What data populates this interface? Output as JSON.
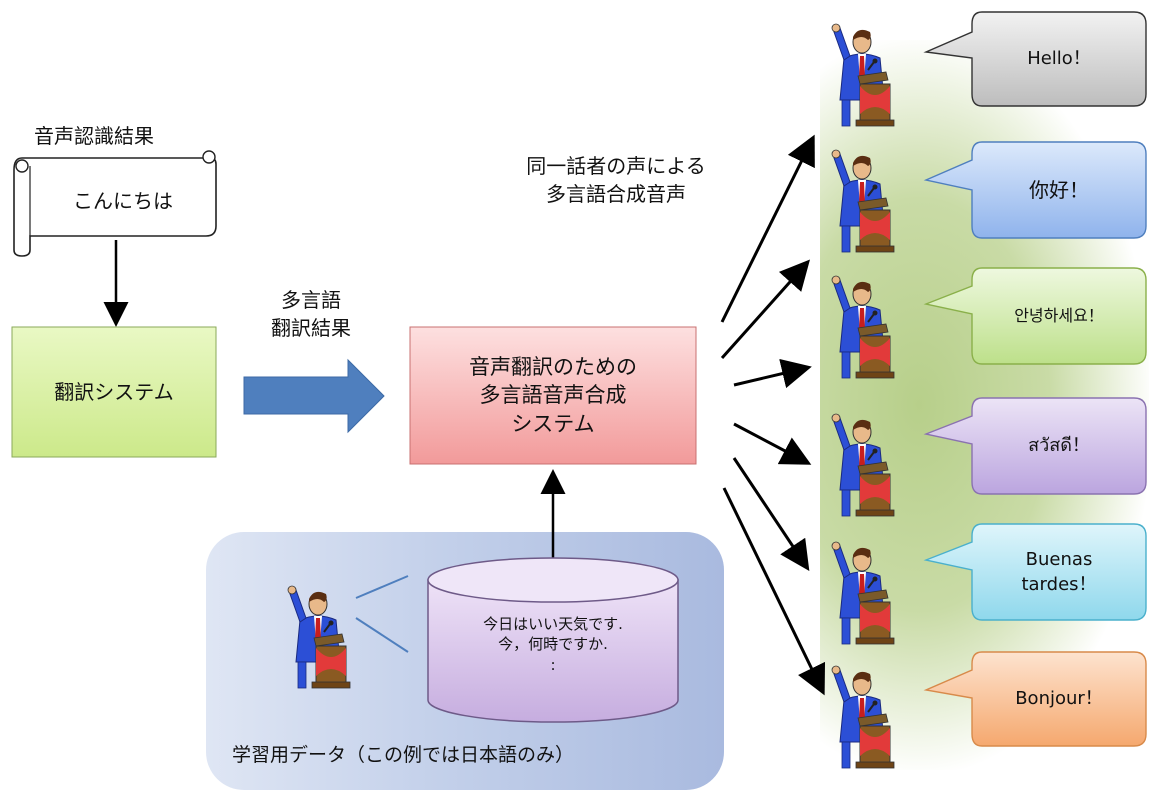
{
  "speech_recognition": {
    "title": "音声認識結果",
    "text": "こんにちは"
  },
  "translation_system": {
    "label": "翻訳システム"
  },
  "multilingual_translation_result": {
    "line1": "多言語",
    "line2": "翻訳結果"
  },
  "synthesis_system": {
    "line1": "音声翻訳のための",
    "line2": "多言語音声合成",
    "line3": "システム"
  },
  "same_speaker_caption": {
    "line1": "同一話者の声による",
    "line2": "多言語合成音声"
  },
  "training_data": {
    "db_line1": "今日はいい天気です.",
    "db_line2": "今，何時ですか.",
    "db_line3": ":",
    "caption": "学習用データ（この例では日本語のみ）"
  },
  "outputs": [
    {
      "text": "Hello！",
      "color": "#d0d0d0"
    },
    {
      "text": "你好！",
      "color": "#9fbff0"
    },
    {
      "text": "안녕하세요！",
      "color": "#c6e69a"
    },
    {
      "text": "สวัสดี！",
      "color": "#c9b8e4"
    },
    {
      "text_line1": "Buenas",
      "text_line2": "tardes！",
      "color": "#9fe0ef"
    },
    {
      "text": "Bonjour！",
      "color": "#f8b886"
    }
  ],
  "colors": {
    "translation_box": "#d6ef9a",
    "synthesis_box": "#f6a8a8",
    "training_panel": "#b7c6e6",
    "database": "#cdb6e4",
    "arrow_blue": "#4f7fbe",
    "output_glow": "#b7cf8a"
  }
}
